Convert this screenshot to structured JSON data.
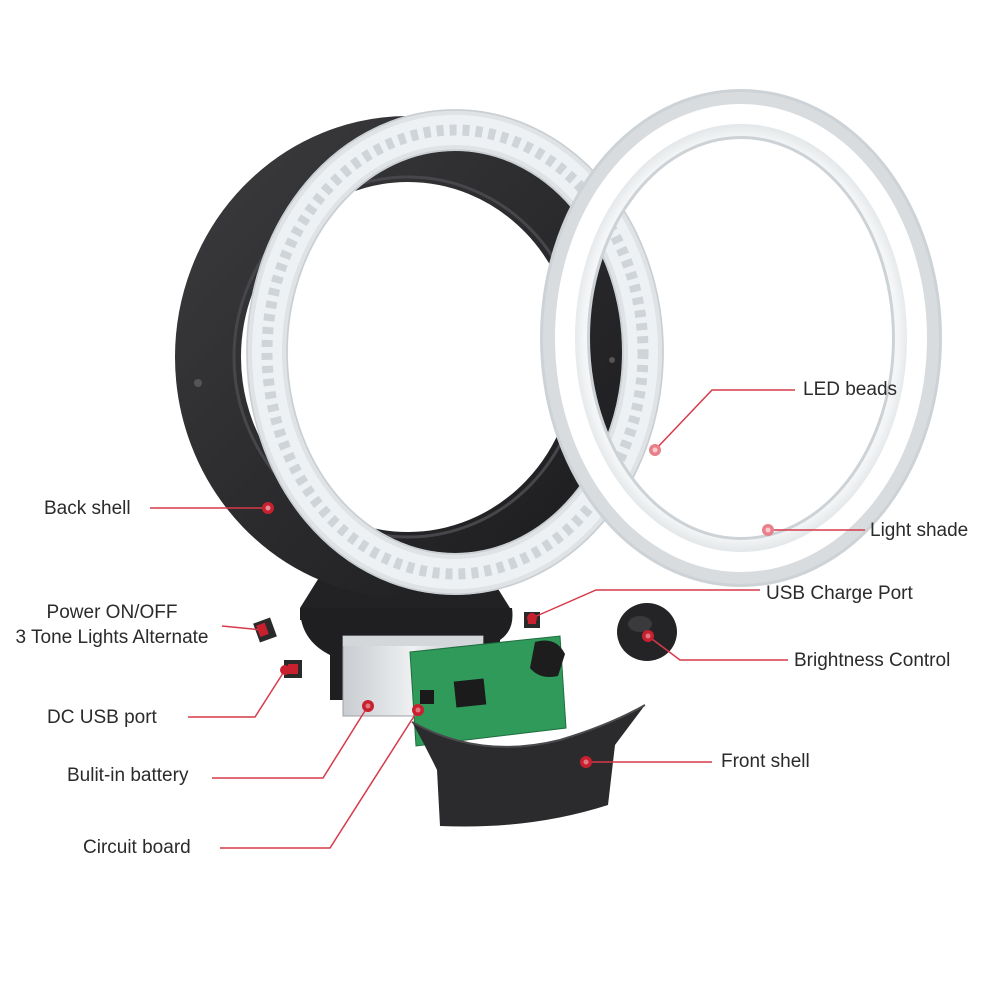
{
  "colors": {
    "leader_line": "#d63a4a",
    "marker": "#c8202f",
    "back_shell": "#2a2a2c",
    "led_ring": "#e9ecef",
    "led_bead": "#ffffff",
    "light_shade": "#f4f6f7",
    "pcb": "#2f9a5a",
    "front_shell": "#2b2b2d",
    "label_text": "#2b2b2b"
  },
  "labels": {
    "led_beads": "LED beads",
    "light_shade": "Light shade",
    "back_shell": "Back shell",
    "usb_charge_port": "USB Charge Port",
    "power_line1": "Power ON/OFF",
    "power_line2": "3 Tone Lights Alternate",
    "brightness_control": "Brightness Control",
    "dc_usb_port": "DC USB port",
    "front_shell": "Front shell",
    "built_in_battery": "Bulit-in battery",
    "circuit_board": "Circuit board"
  },
  "icons": [
    "callout-dot-icon"
  ]
}
